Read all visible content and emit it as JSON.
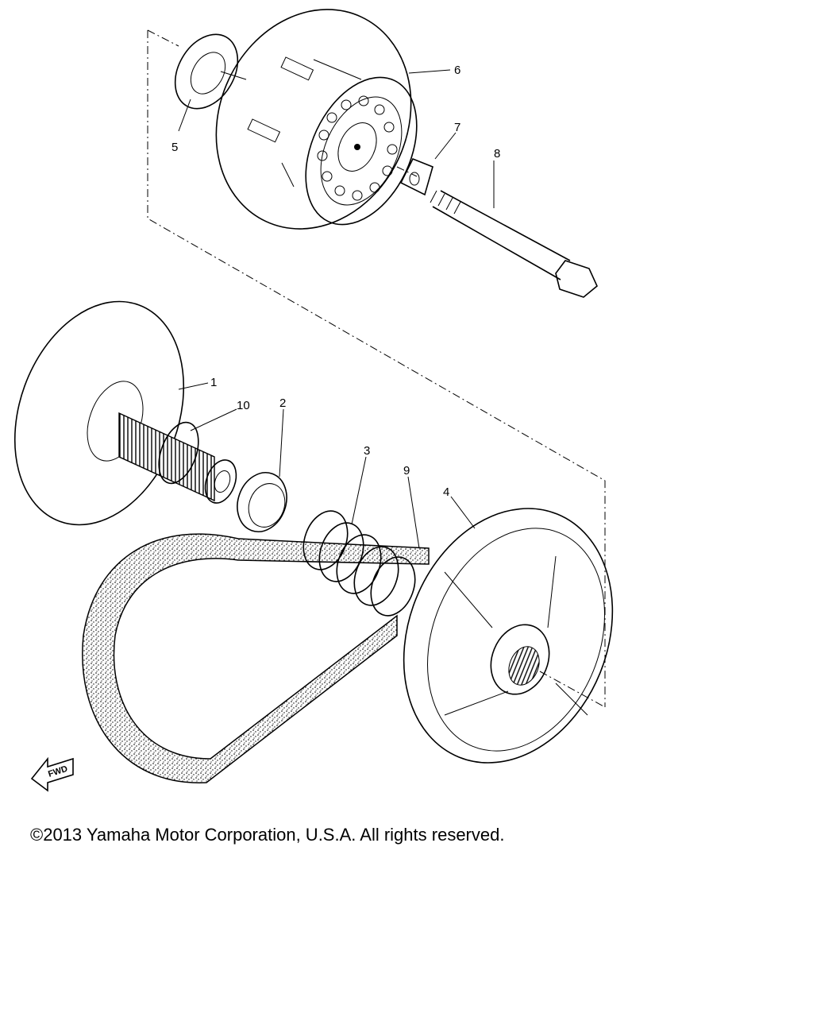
{
  "diagram": {
    "callouts": [
      {
        "id": "1",
        "text": "1"
      },
      {
        "id": "2",
        "text": "2"
      },
      {
        "id": "3",
        "text": "3"
      },
      {
        "id": "4",
        "text": "4"
      },
      {
        "id": "5",
        "text": "5"
      },
      {
        "id": "6",
        "text": "6"
      },
      {
        "id": "7",
        "text": "7"
      },
      {
        "id": "8",
        "text": "8"
      },
      {
        "id": "9",
        "text": "9"
      },
      {
        "id": "10",
        "text": "10"
      }
    ],
    "fwd_label": "FWD"
  },
  "footer": {
    "copyright": "©2013 Yamaha Motor Corporation, U.S.A. All rights reserved."
  }
}
